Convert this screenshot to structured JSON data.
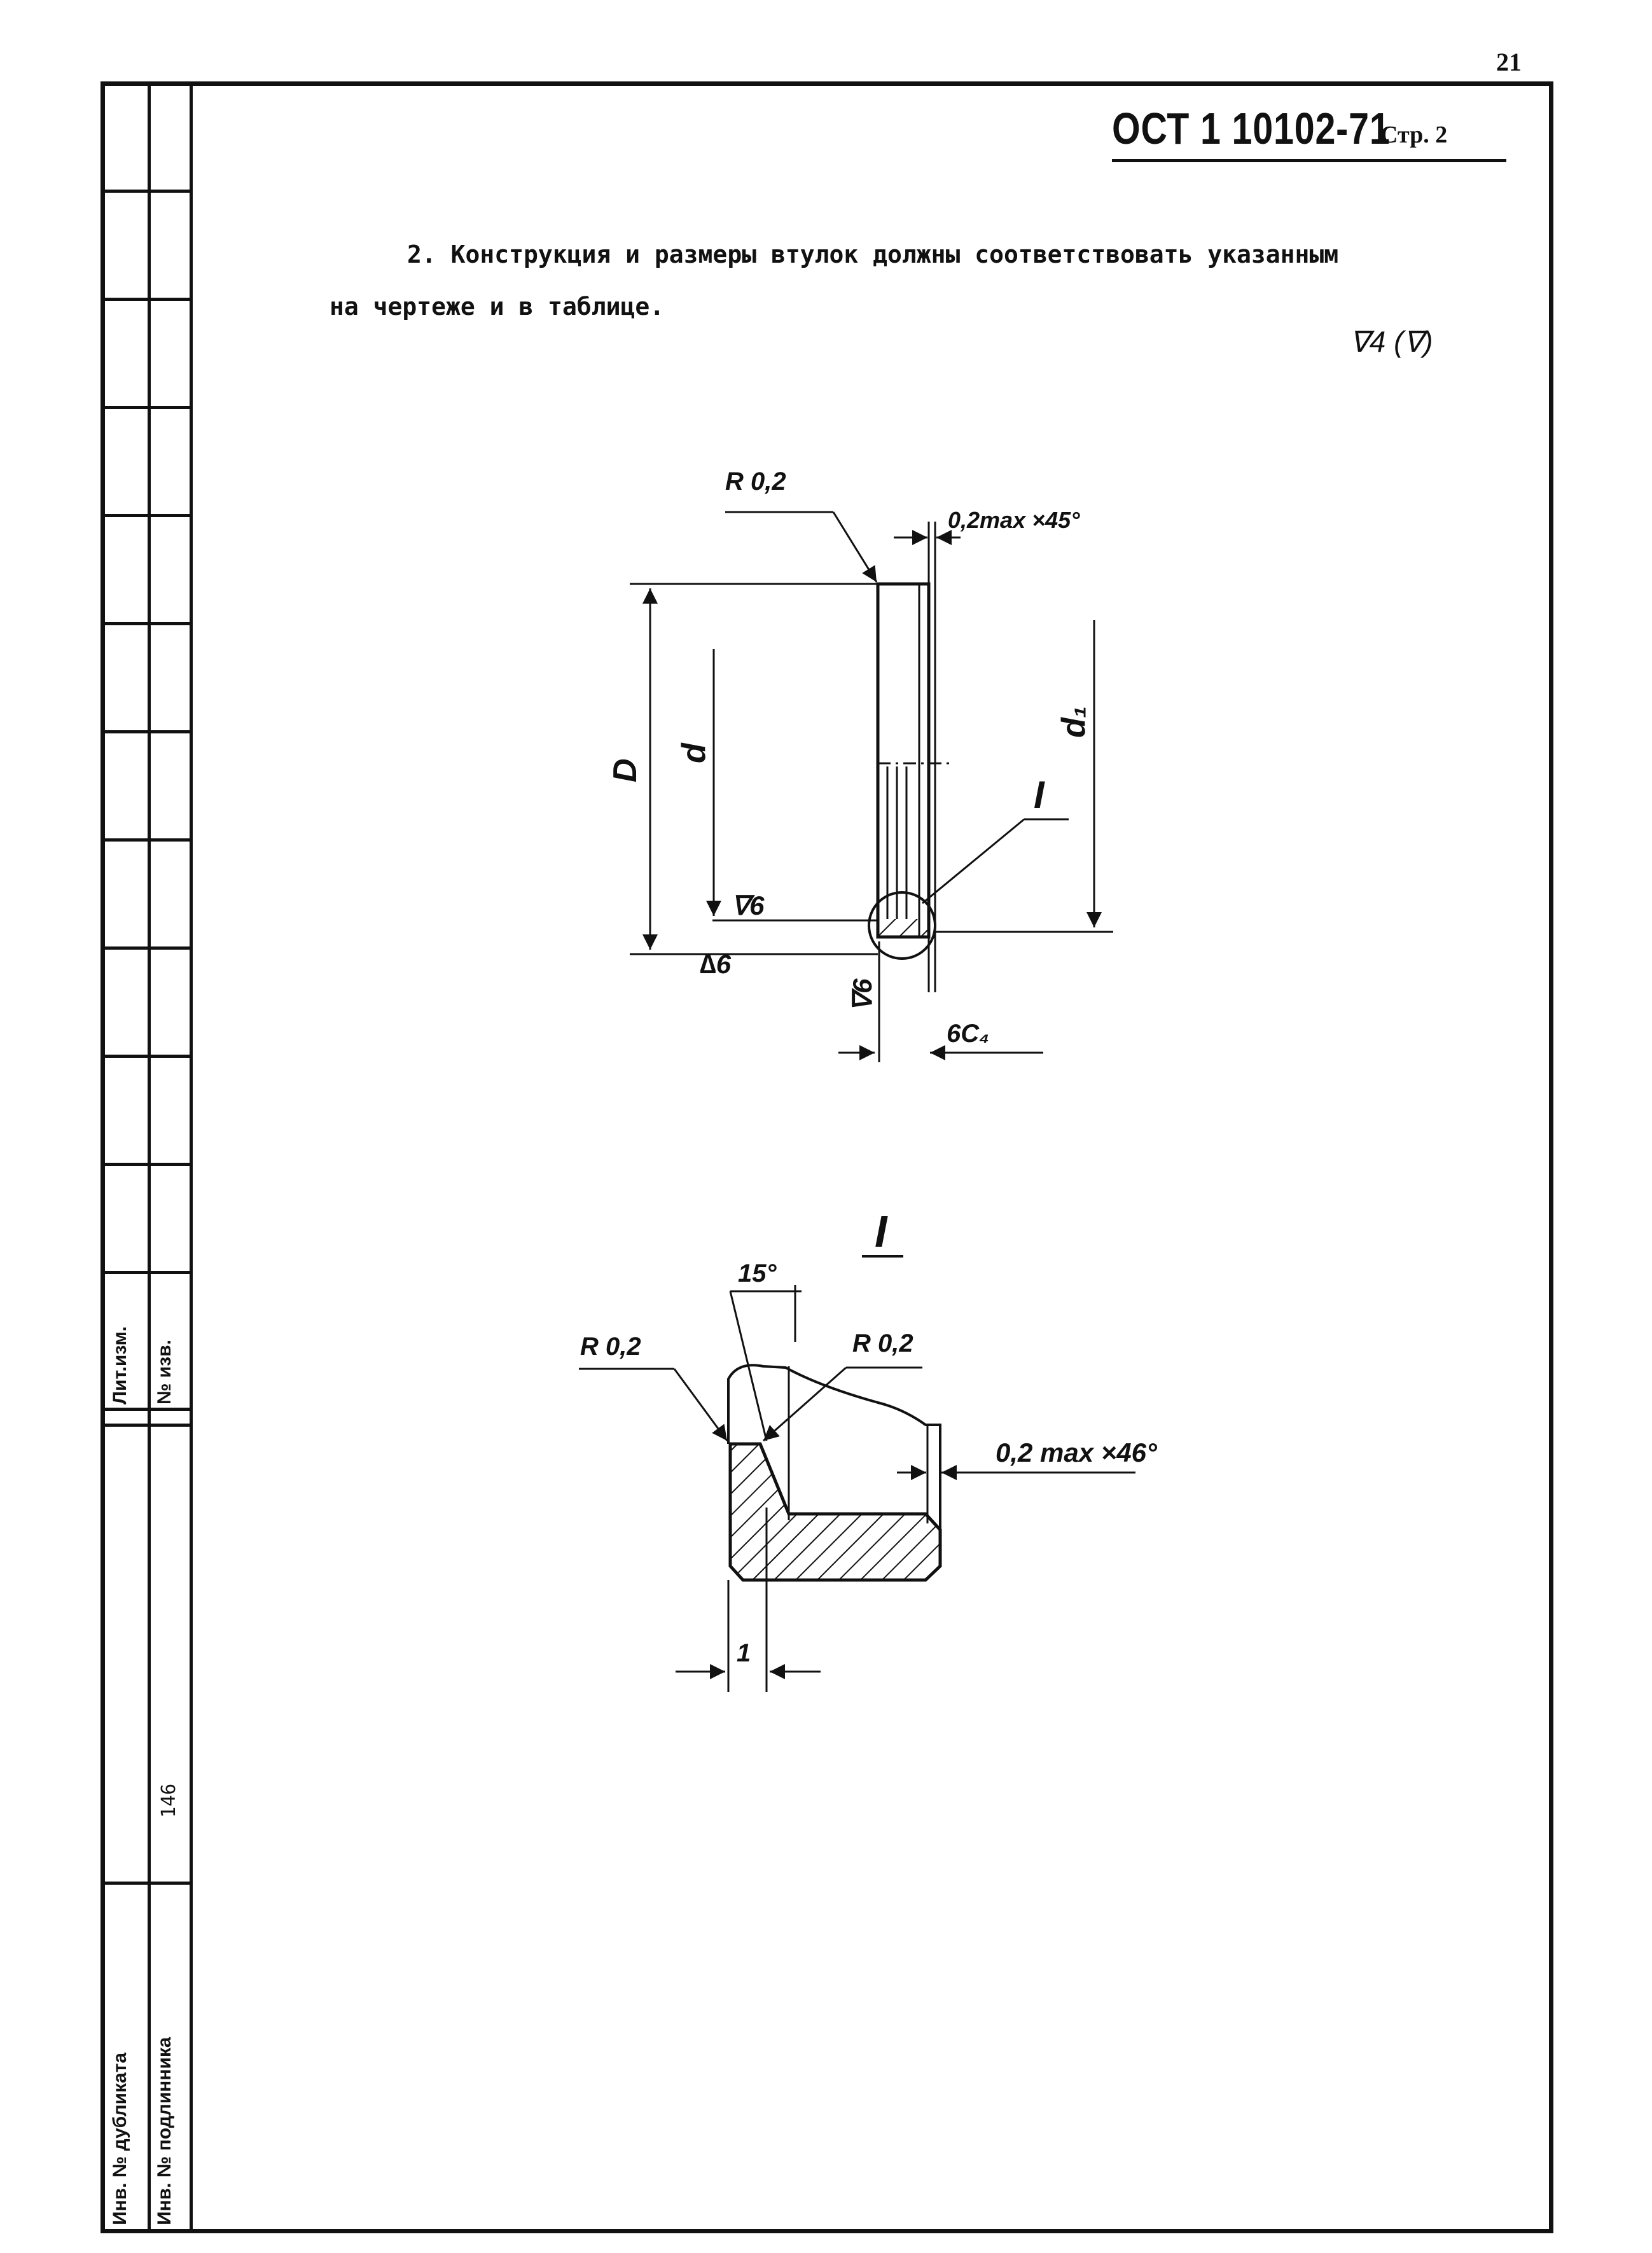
{
  "page_number": "21",
  "header": {
    "code": "ОСТ 1 10102-71",
    "page_label": "Стр. 2"
  },
  "text": {
    "line1": "2. Конструкция и размеры втулок должны соответствовать указанным",
    "line2": "на чертеже и в таблице."
  },
  "roughness": "∇4 (∇)",
  "drawing_main": {
    "radius": "R 0,2",
    "chamfer": "0,2max ×45°",
    "dim_D": "D",
    "dim_d": "d",
    "dim_d1": "d₁",
    "roughness_in": "∇6",
    "roughness_out": "∆6",
    "roughness_side": "∇6",
    "width": "6С₄",
    "detail_mark": "I"
  },
  "drawing_detail": {
    "title": "I",
    "angle": "15°",
    "radius_left": "R 0,2",
    "radius_right": "R 0,2",
    "chamfer": "0,2 max ×46°",
    "dim_1": "1"
  },
  "side_panel": {
    "lit_izm": "Лит.изм.",
    "num_izv": "№ изв.",
    "inv_dubl": "Инв. № дубликата",
    "inv_podl": "Инв. № подлинника",
    "number": "146"
  }
}
